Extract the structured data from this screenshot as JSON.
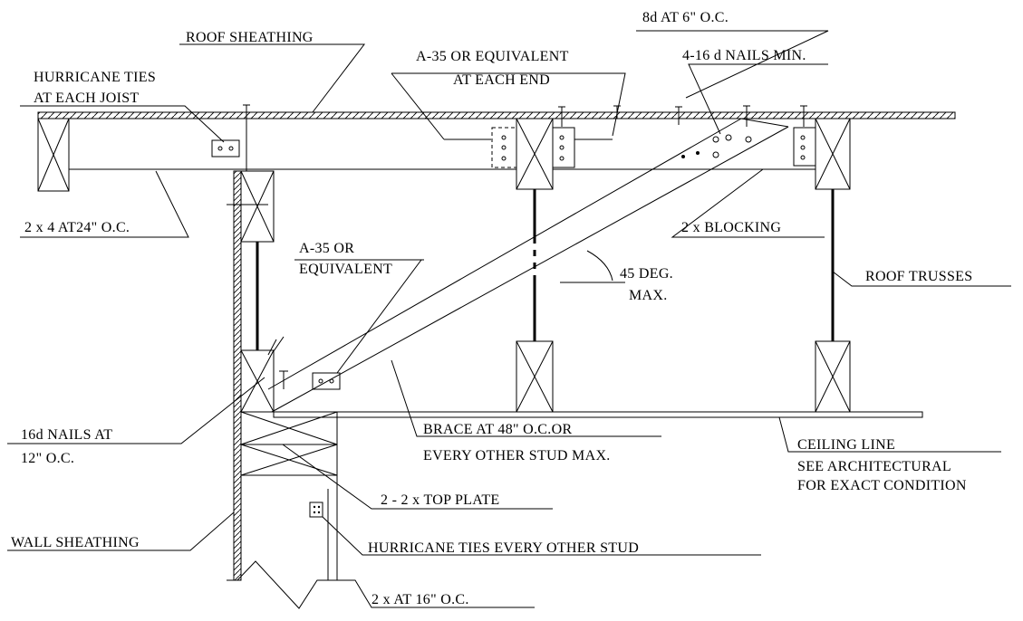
{
  "colors": {
    "ink": "#000000",
    "paper": "#ffffff"
  },
  "labels": {
    "roof_sheathing": "ROOF SHEATHING",
    "nailing_8d": "8d AT 6\" O.C.",
    "hurricane_ties_1": "HURRICANE TIES",
    "hurricane_ties_2": "AT EACH JOIST",
    "a35_end_1": "A-35 OR EQUIVALENT",
    "a35_end_2": "AT EACH END",
    "nails_16d_min": "4-16 d NAILS MIN.",
    "joist_2x4": "2 x 4 AT24\" O.C.",
    "blocking": "2 x BLOCKING",
    "a35_1": "A-35 OR",
    "a35_2": "EQUIVALENT",
    "angle_1": "45 DEG.",
    "angle_2": "MAX.",
    "roof_trusses": "ROOF TRUSSES",
    "nails_16d_1": "16d NAILS AT",
    "nails_16d_2": "12\" O.C.",
    "brace_1": "BRACE AT 48\" O.C.OR",
    "brace_2": "EVERY OTHER STUD MAX.",
    "ceiling_1": "CEILING LINE",
    "ceiling_2": "SEE ARCHITECTURAL",
    "ceiling_3": "FOR EXACT CONDITION",
    "top_plate": "2 - 2 x TOP PLATE",
    "wall_sheathing": "WALL SHEATHING",
    "hurricane_stud": "HURRICANE TIES EVERY OTHER STUD",
    "stud_2x": "2 x AT 16\" O.C."
  }
}
